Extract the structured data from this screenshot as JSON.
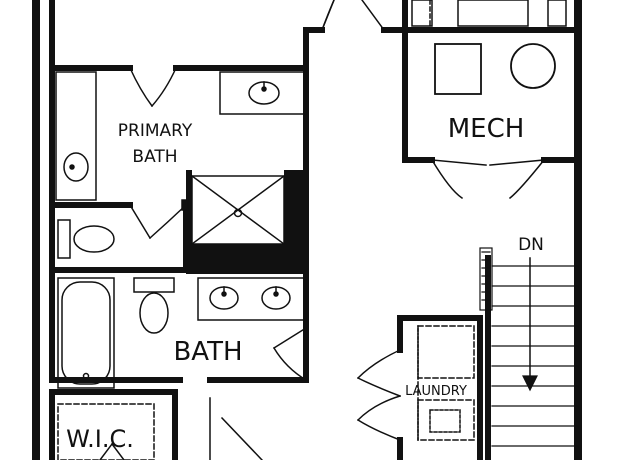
{
  "plan": {
    "rooms": {
      "primary_bath": [
        "PRIMARY",
        "BATH"
      ],
      "mech": "MECH",
      "bath": "BATH",
      "laundry": "LAUNDRY",
      "wic": "W.I.C."
    },
    "stair_label": "DN"
  },
  "colors": {
    "wall": "#111111",
    "line": "#222222",
    "background": "#ffffff"
  }
}
